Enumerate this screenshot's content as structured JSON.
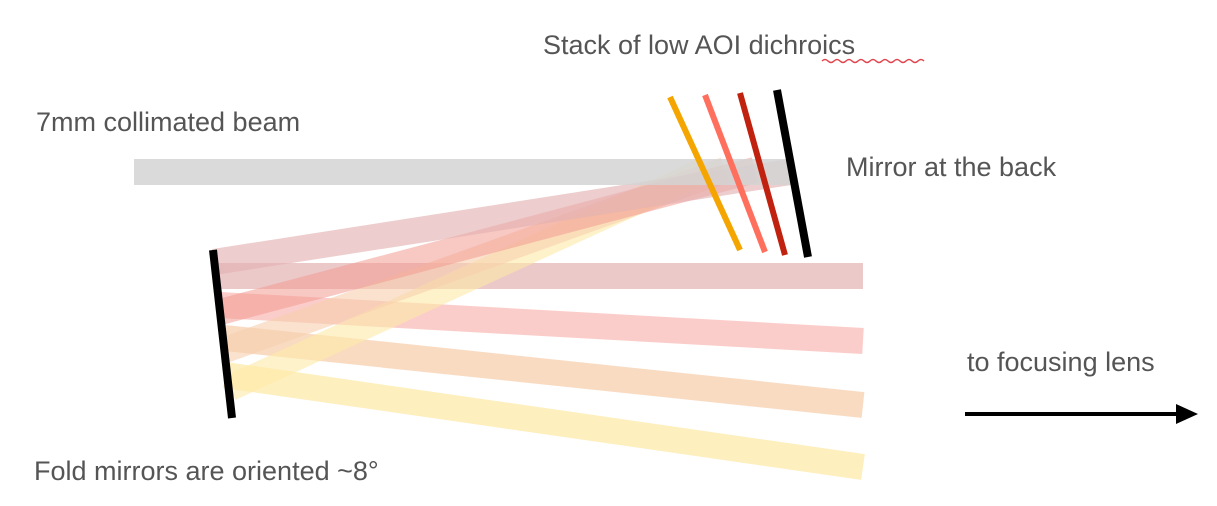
{
  "labels": {
    "dichroics": "Stack of low AOI dichroics",
    "dichroics_prefix": "Stack of low AOI ",
    "dichroics_word": "dichroics",
    "input_beam": "7mm collimated beam",
    "back_mirror": "Mirror at the back",
    "output": "to focusing lens",
    "fold_mirrors": "Fold mirrors are oriented ~8°"
  },
  "colors": {
    "input_beam": "#d3d3d3",
    "dichroic_1": "#f5a500",
    "dichroic_2": "#ff6f5e",
    "dichroic_3": "#c0220f",
    "mirror": "#000000",
    "beam_1": "#e4b2b2",
    "beam_2": "#f9b8b4",
    "beam_3": "#f7cfae",
    "beam_4": "#fde9a8",
    "label_text": "#555555",
    "spell_underline": "#e0444c"
  }
}
